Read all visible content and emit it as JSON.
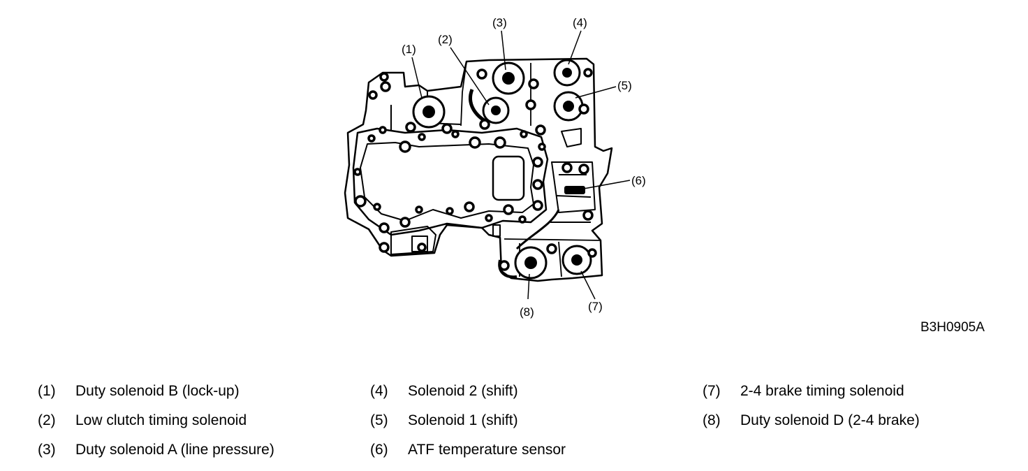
{
  "figure_code": "B3H0905A",
  "callouts": [
    "(1)",
    "(2)",
    "(3)",
    "(4)",
    "(5)",
    "(6)",
    "(7)",
    "(8)"
  ],
  "legend": [
    {
      "num": "(1)",
      "label": "Duty solenoid B (lock-up)"
    },
    {
      "num": "(2)",
      "label": "Low clutch timing solenoid"
    },
    {
      "num": "(3)",
      "label": "Duty solenoid A (line pressure)"
    },
    {
      "num": "(4)",
      "label": "Solenoid 2 (shift)"
    },
    {
      "num": "(5)",
      "label": "Solenoid 1 (shift)"
    },
    {
      "num": "(6)",
      "label": "ATF temperature sensor"
    },
    {
      "num": "(7)",
      "label": "2-4 brake timing solenoid"
    },
    {
      "num": "(8)",
      "label": "Duty solenoid D (2-4 brake)"
    }
  ]
}
